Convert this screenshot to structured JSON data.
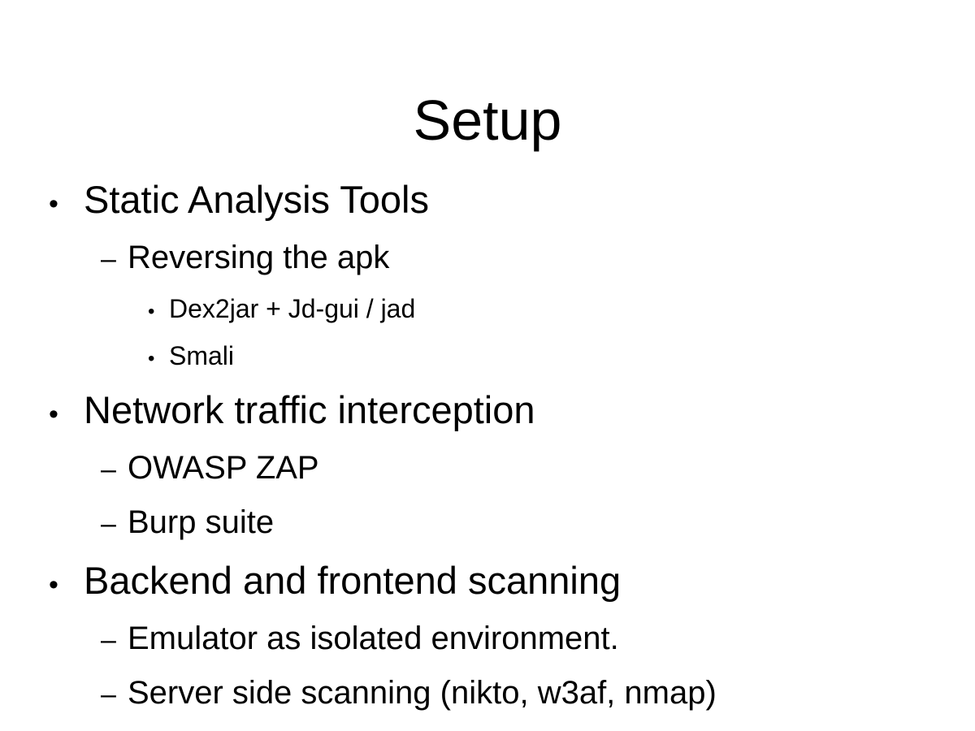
{
  "slide": {
    "title": "Setup",
    "background_color": "#ffffff",
    "text_color": "#000000",
    "bullets": {
      "level_1_glyph": "•",
      "level_2_glyph": "–",
      "level_3_glyph": "•"
    },
    "outline": [
      {
        "level": 1,
        "text": "Static Analysis Tools"
      },
      {
        "level": 2,
        "text": "Reversing the apk"
      },
      {
        "level": 3,
        "text": "Dex2jar + Jd-gui / jad"
      },
      {
        "level": 3,
        "text": "Smali"
      },
      {
        "level": 1,
        "text": "Network traffic interception"
      },
      {
        "level": 2,
        "text": "OWASP ZAP"
      },
      {
        "level": 2,
        "text": "Burp suite"
      },
      {
        "level": 1,
        "text": "Backend and frontend scanning"
      },
      {
        "level": 2,
        "text": "Emulator as isolated environment."
      },
      {
        "level": 2,
        "text": "Server side scanning (nikto, w3af, nmap)"
      }
    ]
  }
}
